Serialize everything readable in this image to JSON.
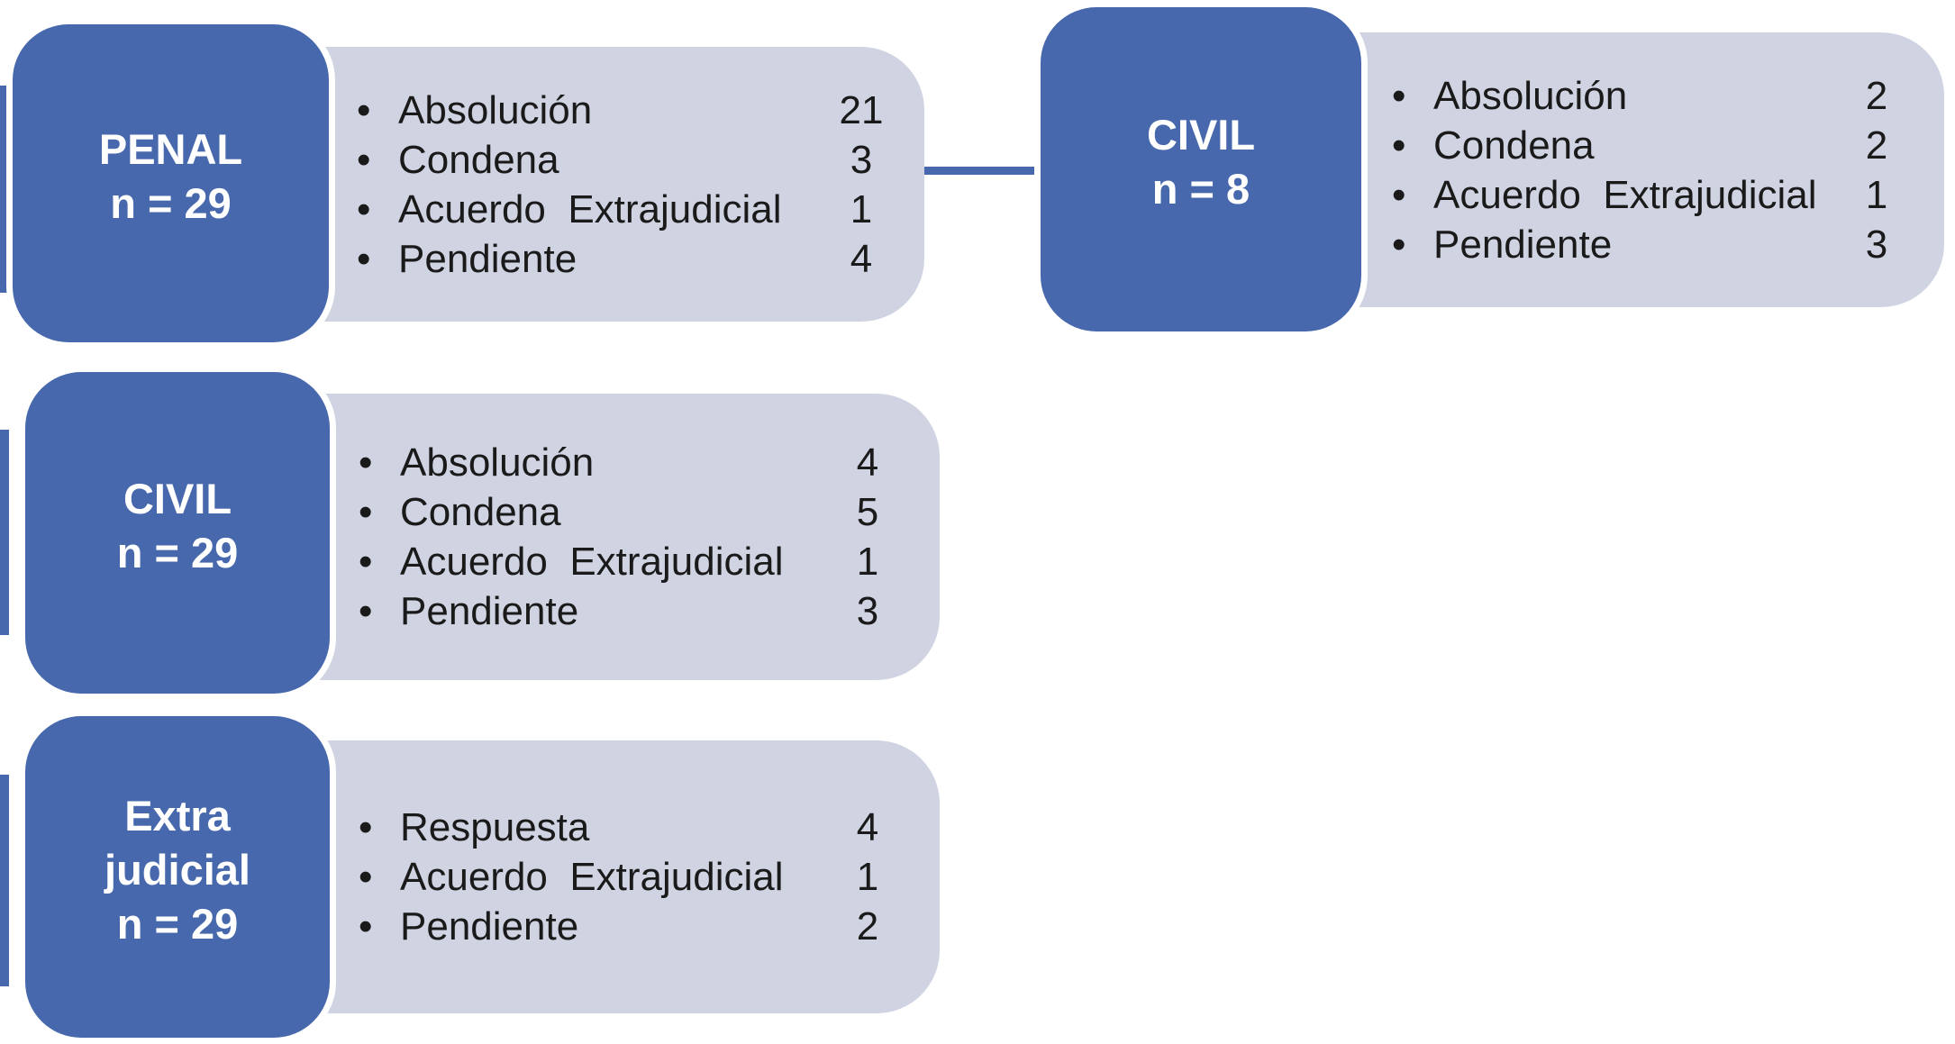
{
  "colors": {
    "box_blue": "#4768AC",
    "panel_gray": "#D0D4E2",
    "text_dark": "#1A1A1A",
    "text_white": "#FFFFFF",
    "background": "#FFFFFF"
  },
  "glyphs": {
    "bullet": "•"
  },
  "blocks": [
    {
      "name": "penal",
      "title_lines": [
        "PENAL",
        "n = 29"
      ],
      "items": [
        {
          "label": "Absolución",
          "value": "21"
        },
        {
          "label": "Condena",
          "value": "3"
        },
        {
          "label": "Acuerdo  Extrajudicial",
          "value": "1"
        },
        {
          "label": "Pendiente",
          "value": "4"
        }
      ]
    },
    {
      "name": "civil-n8",
      "title_lines": [
        "CIVIL",
        "n = 8"
      ],
      "items": [
        {
          "label": "Absolución",
          "value": "2"
        },
        {
          "label": "Condena",
          "value": "2"
        },
        {
          "label": "Acuerdo  Extrajudicial",
          "value": "1"
        },
        {
          "label": "Pendiente",
          "value": "3"
        }
      ]
    },
    {
      "name": "civil-n29",
      "title_lines": [
        "CIVIL",
        "n = 29"
      ],
      "items": [
        {
          "label": "Absolución",
          "value": "4"
        },
        {
          "label": "Condena",
          "value": "5"
        },
        {
          "label": "Acuerdo  Extrajudicial",
          "value": "1"
        },
        {
          "label": "Pendiente",
          "value": "3"
        }
      ]
    },
    {
      "name": "extrajudicial",
      "title_lines": [
        "Extra",
        "judicial",
        "n = 29"
      ],
      "items": [
        {
          "label": "Respuesta",
          "value": "4"
        },
        {
          "label": "Acuerdo  Extrajudicial",
          "value": "1"
        },
        {
          "label": "Pendiente",
          "value": "2"
        }
      ]
    }
  ]
}
